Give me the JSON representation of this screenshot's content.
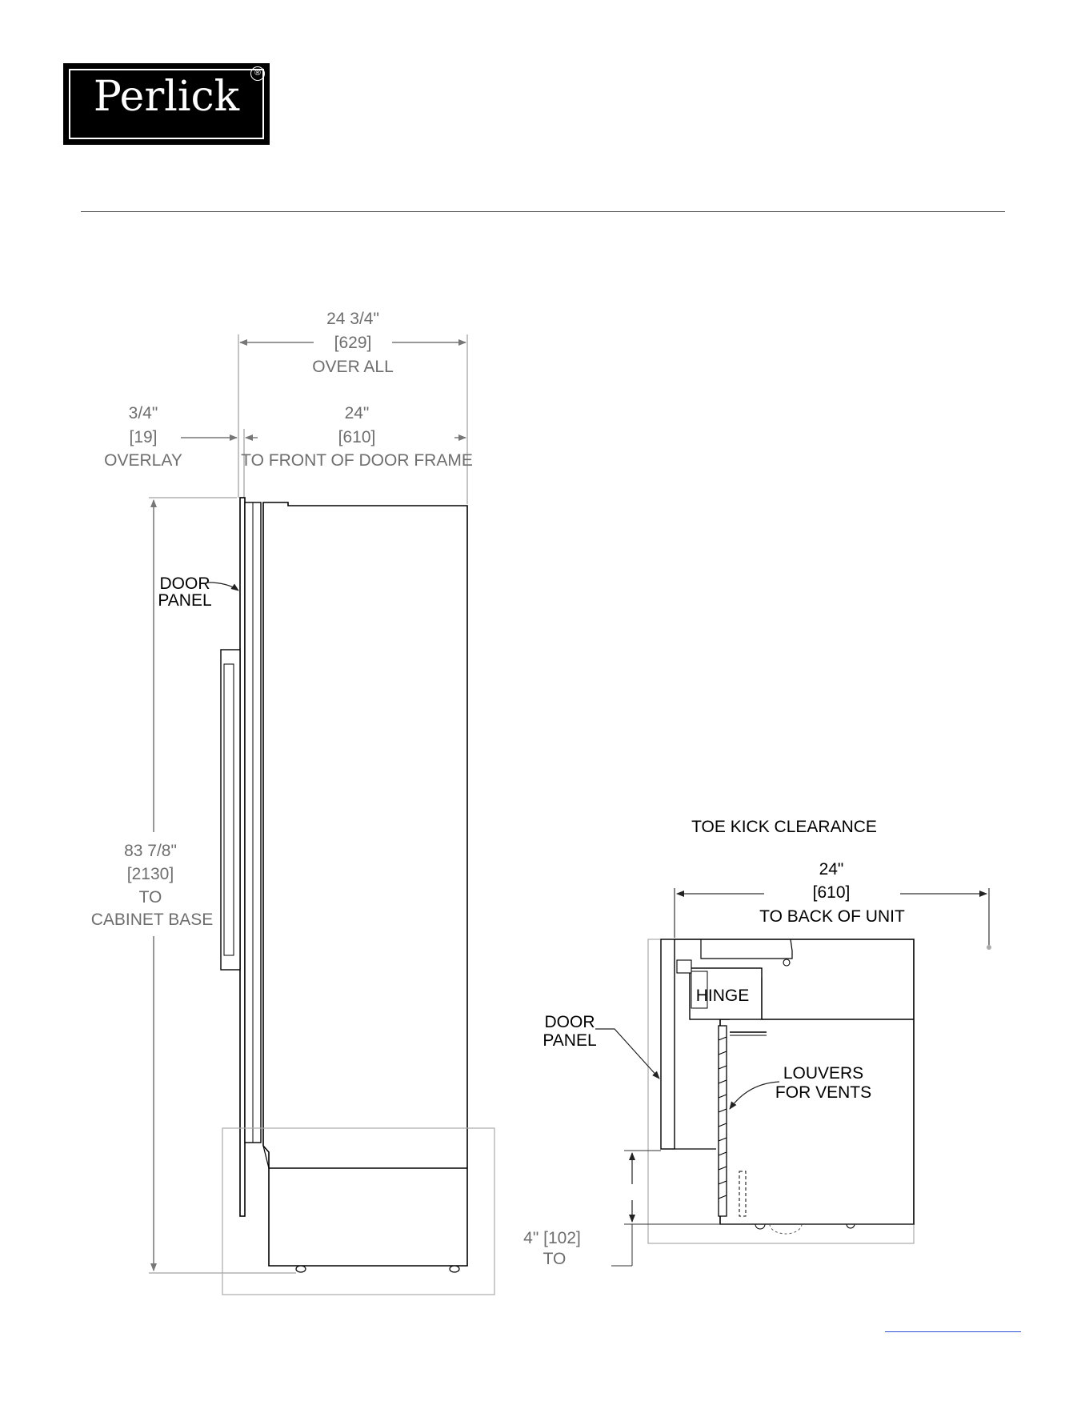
{
  "logo": {
    "brand": "Perlick",
    "mark": "®"
  },
  "side_view": {
    "overall": {
      "imperial": "24 3/4\"",
      "metric": "[629]",
      "label": "OVER ALL"
    },
    "overlay": {
      "imperial": "3/4\"",
      "metric": "[19]",
      "label": "OVERLAY"
    },
    "door_frame": {
      "imperial": "24\"",
      "metric": "[610]",
      "label": "TO FRONT OF DOOR FRAME"
    },
    "height": {
      "imperial": "83 7/8\"",
      "metric": "[2130]",
      "line1": "TO",
      "line2": "CABINET BASE"
    },
    "door_panel": {
      "line1": "DOOR",
      "line2": "PANEL"
    }
  },
  "toe_kick": {
    "title": "TOE KICK CLEARANCE",
    "depth": {
      "imperial": "24\"",
      "metric": "[610]",
      "label": "TO BACK OF UNIT"
    },
    "hinge": "HINGE",
    "door_panel": {
      "line1": "DOOR",
      "line2": "PANEL"
    },
    "louvers": {
      "line1": "LOUVERS",
      "line2": "FOR VENTS"
    },
    "clearance": {
      "value": "4\" [102]",
      "label": "TO"
    }
  }
}
